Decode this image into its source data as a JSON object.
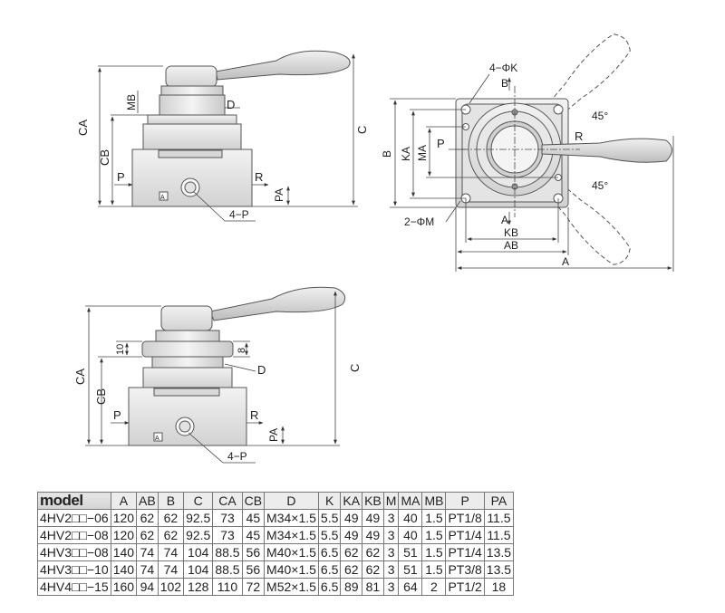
{
  "drawing": {
    "labels": {
      "A": "A",
      "AB": "AB",
      "B": "B",
      "C": "C",
      "CA": "CA",
      "CB": "CB",
      "D": "D",
      "KA": "KA",
      "KB": "KB",
      "MA": "MA",
      "MB": "MB",
      "P": "P",
      "R": "R",
      "PA": "PA",
      "port_hole": "4−P",
      "mount_hole": "2−ΦM",
      "corner_hole": "4−ΦK",
      "angle": "45°",
      "port_a": "A",
      "port_b": "B",
      "nut_10": "10",
      "nut_8": "8"
    }
  },
  "table": {
    "columns": [
      "model",
      "A",
      "AB",
      "B",
      "C",
      "CA",
      "CB",
      "D",
      "K",
      "KA",
      "KB",
      "M",
      "MA",
      "MB",
      "P",
      "PA"
    ],
    "rows": [
      [
        "4HV2□□−06",
        "120",
        "62",
        "62",
        "92.5",
        "73",
        "45",
        "M34×1.5",
        "5.5",
        "49",
        "49",
        "3",
        "40",
        "1.5",
        "PT1/8",
        "11.5"
      ],
      [
        "4HV2□□−08",
        "120",
        "62",
        "62",
        "92.5",
        "73",
        "45",
        "M34×1.5",
        "5.5",
        "49",
        "49",
        "3",
        "40",
        "1.5",
        "PT1/4",
        "11.5"
      ],
      [
        "4HV3□□−08",
        "140",
        "74",
        "74",
        "104",
        "88.5",
        "56",
        "M40×1.5",
        "6.5",
        "62",
        "62",
        "3",
        "51",
        "1.5",
        "PT1/4",
        "13.5"
      ],
      [
        "4HV3□□−10",
        "140",
        "74",
        "74",
        "104",
        "88.5",
        "56",
        "M40×1.5",
        "6.5",
        "62",
        "62",
        "3",
        "51",
        "1.5",
        "PT3/8",
        "13.5"
      ],
      [
        "4HV4□□−15",
        "160",
        "94",
        "102",
        "128",
        "110",
        "72",
        "M52×1.5",
        "6.5",
        "89",
        "81",
        "3",
        "64",
        "2",
        "PT1/2",
        "18"
      ]
    ]
  }
}
